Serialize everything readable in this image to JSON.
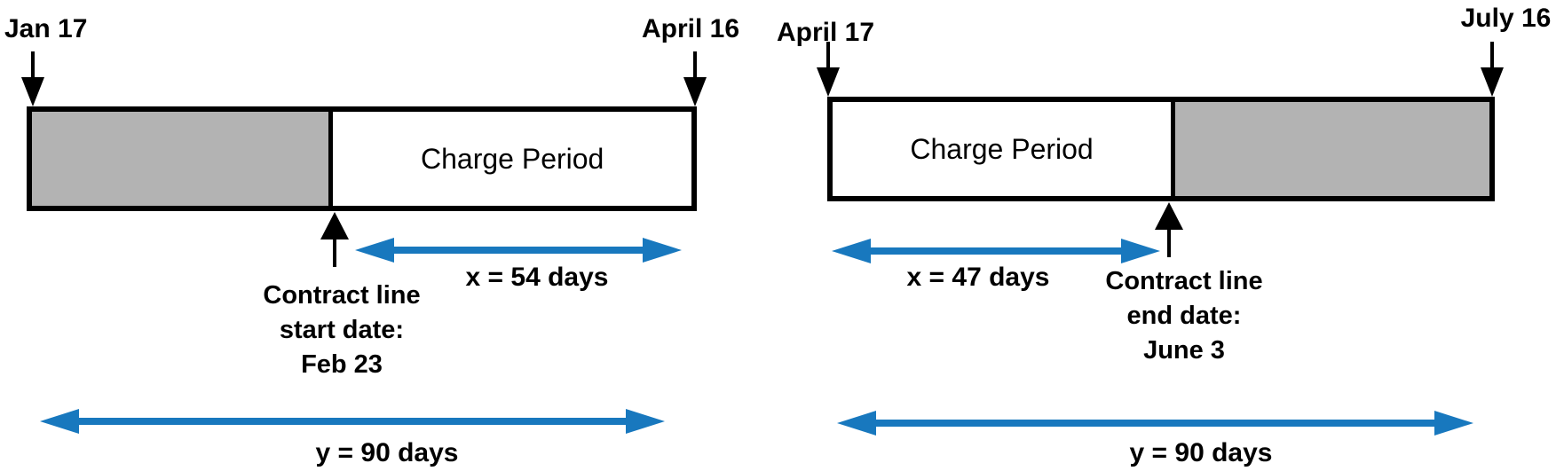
{
  "colors": {
    "arrow_blue": "#1878be",
    "bar_gray": "#b3b3b3",
    "bar_white": "#ffffff",
    "line_black": "#000000"
  },
  "left_diagram": {
    "period_start_label": "Jan 17",
    "period_end_label": "April 16",
    "charge_period_label": "Charge Period",
    "bar_segments": [
      {
        "kind": "non-charge",
        "fill": "gray",
        "position": "left"
      },
      {
        "kind": "charge",
        "fill": "white",
        "position": "right"
      }
    ],
    "contract_marker": {
      "line1": "Contract line",
      "line2": "start date:",
      "line3": "Feb 23"
    },
    "x_label": "x = 54 days",
    "y_label": "y = 90 days"
  },
  "right_diagram": {
    "period_start_label": "April 17",
    "period_end_label": "July 16",
    "charge_period_label": "Charge Period",
    "bar_segments": [
      {
        "kind": "charge",
        "fill": "white",
        "position": "left"
      },
      {
        "kind": "non-charge",
        "fill": "gray",
        "position": "right"
      }
    ],
    "contract_marker": {
      "line1": "Contract line",
      "line2": "end date:",
      "line3": "June 3"
    },
    "x_label": "x = 47 days",
    "y_label": "y = 90 days"
  }
}
